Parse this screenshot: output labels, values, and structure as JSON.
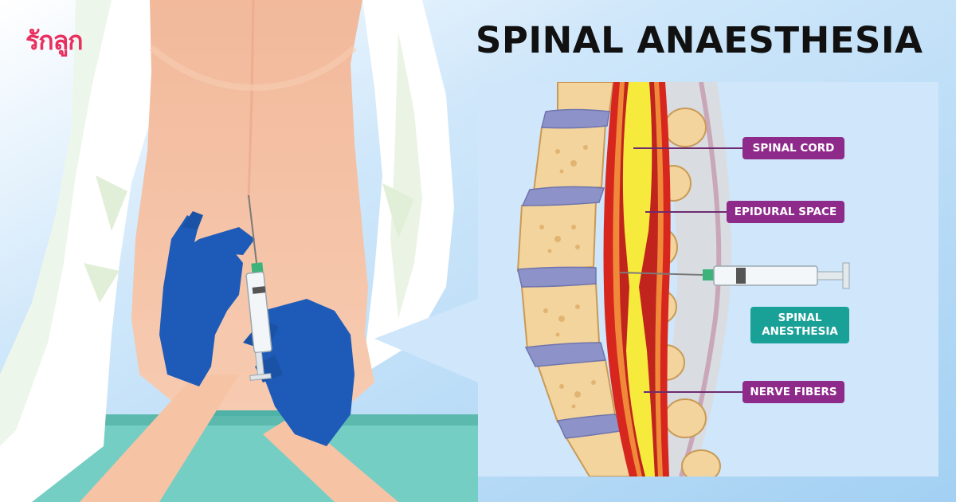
{
  "logo": {
    "text": "รักลูก"
  },
  "title": "SPINAL ANAESTHESIA",
  "labels": {
    "spinal_cord": "SPINAL CORD",
    "epidural_space": "EPIDURAL SPACE",
    "spinal_anesthesia_line1": "SPINAL",
    "spinal_anesthesia_line2": "ANESTHESIA",
    "nerve_fibers": "NERVE FIBERS"
  },
  "colors": {
    "background": "#a9d4f5",
    "skin": "#f6c3a5",
    "glove": "#1e5bb8",
    "bone": "#f3d49c",
    "disc": "#8d93c9",
    "dura": "#d7261e",
    "cord": "#f6ea3c",
    "label_purple": "#8e2b8a",
    "label_teal": "#1aa197"
  }
}
